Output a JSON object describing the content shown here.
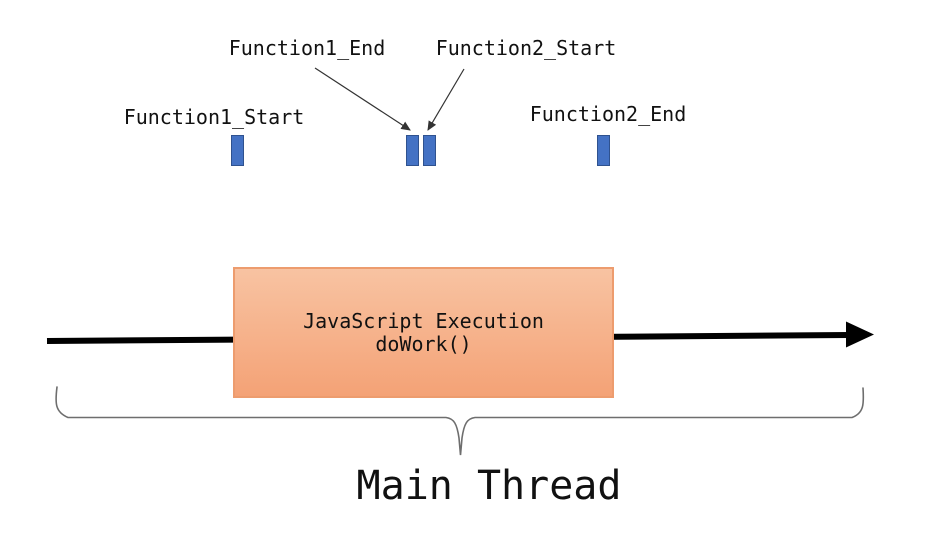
{
  "diagram": {
    "event_labels": [
      {
        "id": "function1-start",
        "label": "Function1_Start"
      },
      {
        "id": "function1-end",
        "label": "Function1_End"
      },
      {
        "id": "function2-start",
        "label": "Function2_Start"
      },
      {
        "id": "function2-end",
        "label": "Function2_End"
      }
    ],
    "execution_box": {
      "line1": "JavaScript Execution",
      "line2": "doWork()"
    },
    "timeline_label": "Main Thread"
  },
  "colors": {
    "marker-fill": "#4472C4",
    "marker-border": "#2F528F",
    "box-top": "#F8C3A2",
    "box-bottom": "#F4A276",
    "box-border": "#ED9C6E",
    "timeline": "#000000",
    "annotation": "#333333",
    "brace": "#6E6E6E",
    "text": "#111111"
  }
}
